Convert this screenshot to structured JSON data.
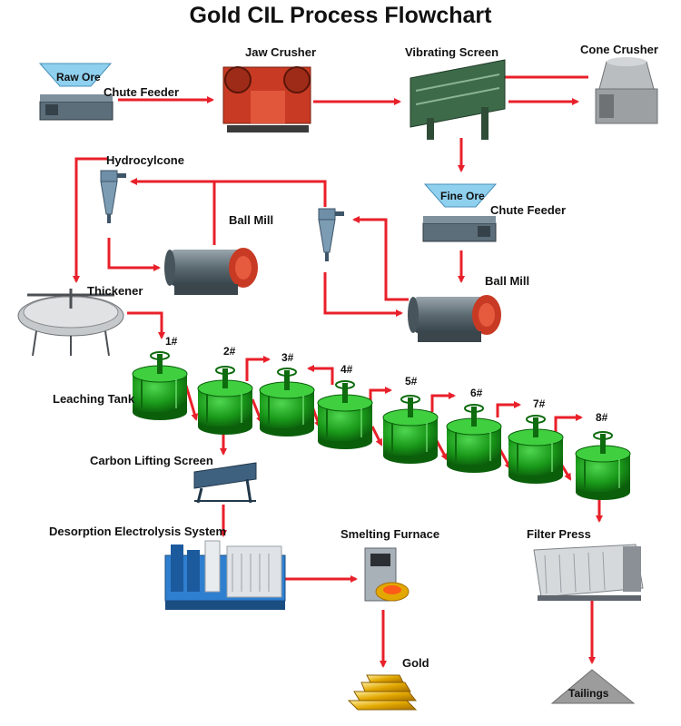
{
  "title": "Gold CIL Process Flowchart",
  "colors": {
    "arrow": "#e8202a",
    "hopper": "#8fd0ef",
    "tank_green": "#1fa51f",
    "mill_red": "#c83a24",
    "steel": "#5c6e7a",
    "gold": "#e2a800",
    "tailings": "#9c9c9c"
  },
  "labels": {
    "raw_ore": "Raw Ore",
    "chute_feeder_1": "Chute Feeder",
    "jaw_crusher": "Jaw Crusher",
    "vibrating_screen": "Vibrating Screen",
    "cone_crusher": "Cone Crusher",
    "hydrocyclone": "Hydrocylcone",
    "fine_ore": "Fine Ore",
    "chute_feeder_2": "Chute Feeder",
    "ball_mill_1": "Ball Mill",
    "ball_mill_2": "Ball Mill",
    "thickener": "Thickener",
    "leaching_tank": "Leaching Tank",
    "carbon_lifting_screen": "Carbon Lifting Screen",
    "desorption": "Desorption Electrolysis System",
    "smelting_furnace": "Smelting Furnace",
    "filter_press": "Filter Press",
    "gold": "Gold",
    "tailings": "Tailings"
  },
  "tanks": [
    "1#",
    "2#",
    "3#",
    "4#",
    "5#",
    "6#",
    "7#",
    "8#"
  ],
  "icons": [
    "hopper-icon",
    "feeder-icon",
    "jaw-crusher-icon",
    "vibrating-screen-icon",
    "cone-crusher-icon",
    "hydrocyclone-icon",
    "ball-mill-icon",
    "thickener-icon",
    "leaching-tank-icon",
    "carbon-screen-icon",
    "electrolysis-icon",
    "furnace-icon",
    "filter-press-icon",
    "gold-bars-icon",
    "tailings-pile-icon"
  ]
}
